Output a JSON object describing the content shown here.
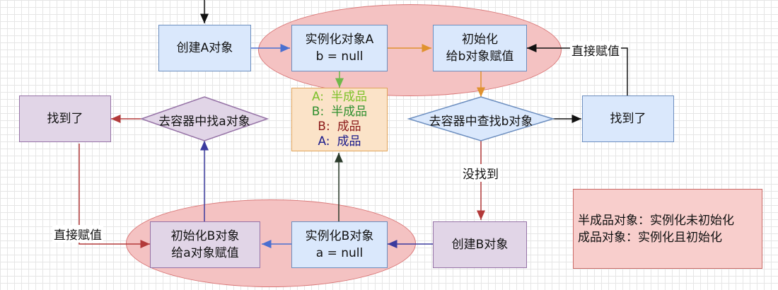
{
  "nodes": {
    "create_a": "创建A对象",
    "instantiate_a": [
      "实例化对象A",
      "b = null"
    ],
    "init_a": [
      "初始化",
      "给b对象赋值"
    ],
    "find_b": "去容器中查找b对象",
    "found_right": "找到了",
    "find_a": "去容器中找a对象",
    "found_left": "找到了",
    "create_b": "创建B对象",
    "instantiate_b": [
      "实例化B对象",
      "a = null"
    ],
    "init_b": [
      "初始化B对象",
      "给a对象赋值"
    ]
  },
  "status_box": [
    {
      "key": "A:",
      "value": "半成品",
      "color": "#7dc12a"
    },
    {
      "key": "B:",
      "value": "半成品",
      "color": "#2f8f2f"
    },
    {
      "key": "B:",
      "value": "成品",
      "color": "#8b1a1a"
    },
    {
      "key": "A:",
      "value": "成品",
      "color": "#1a1a8b"
    }
  ],
  "edge_labels": {
    "assign_right": "直接赋值",
    "not_found": "没找到",
    "assign_left": "直接赋值"
  },
  "legend": [
    "半成品对象：实例化未初始化",
    "成品对象：实例化且初始化"
  ],
  "colors": {
    "blue_arrow": "#4a6fd0",
    "orange_arrow": "#e0922f",
    "red_arrow": "#b33a3a",
    "green_arrow": "#6fb84a",
    "purple_arrow": "#3b3b9e",
    "dark_arrow": "#2b3b2b"
  }
}
